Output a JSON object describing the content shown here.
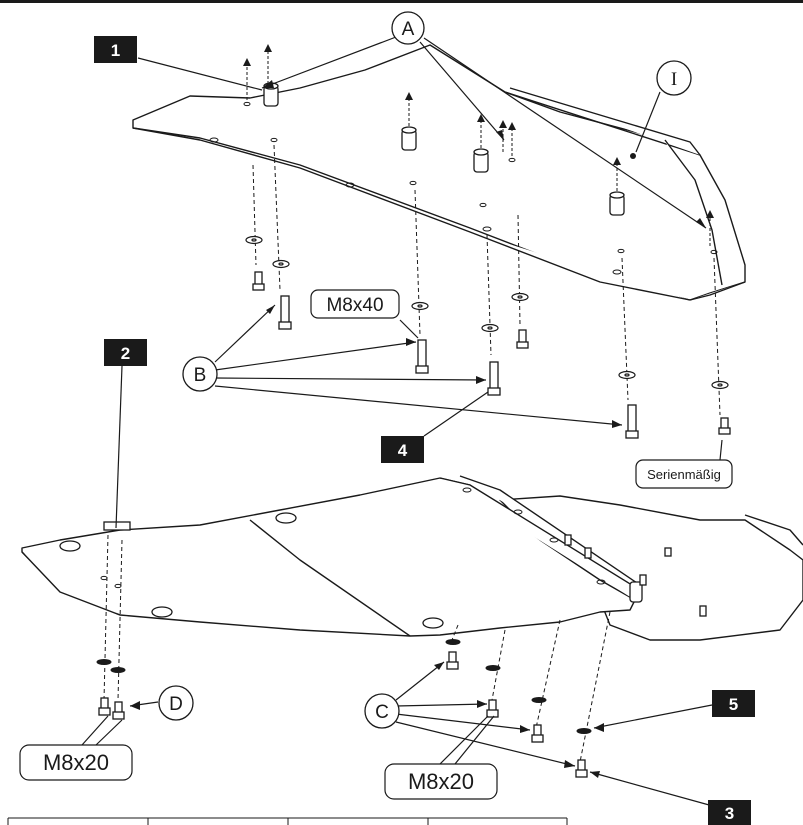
{
  "steps": [
    "1",
    "2",
    "3",
    "4",
    "5"
  ],
  "callouts": {
    "a": "A",
    "b": "B",
    "c": "C",
    "d": "D",
    "i": "I"
  },
  "bolt_sizes": {
    "m8x40": "M8x40",
    "m8x20_left": "M8x20",
    "m8x20_right": "M8x20"
  },
  "notes": {
    "serienmaessig": "Serienmäßig"
  },
  "colors": {
    "line": "#1a1a1a",
    "box_fill": "#1a1a1a",
    "box_text": "#ffffff",
    "plate_fill": "#ffffff"
  }
}
